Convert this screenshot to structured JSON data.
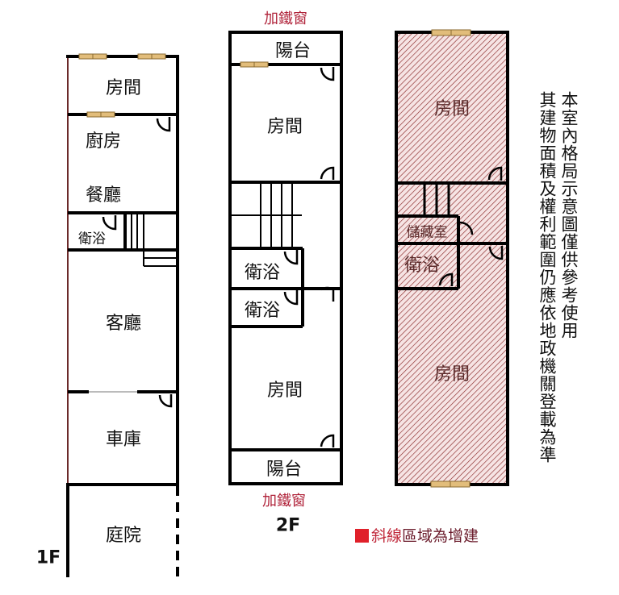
{
  "floor_1": {
    "label": "1F",
    "rooms": [
      "房間",
      "廚房",
      "餐廳",
      "衛浴",
      "客廳",
      "車庫",
      "庭院"
    ]
  },
  "floor_2": {
    "label": "2F",
    "top_note": "加鐵窗",
    "bottom_note": "加鐵窗",
    "rooms": [
      "陽台",
      "房間",
      "衛浴",
      "衛浴",
      "房間",
      "陽台"
    ]
  },
  "floor_3": {
    "rooms": [
      "房間",
      "儲藏室",
      "衛浴",
      "房間"
    ]
  },
  "disclaimer": {
    "line1": "本室內格局示意圖僅供參考使用",
    "line2": "其建物面積及權利範圍仍應依地政機關登載為準"
  },
  "legend": {
    "highlight": "斜線",
    "rest": "區域為增建"
  },
  "colors": {
    "wall": "#000000",
    "window": "#e2bd7b",
    "hatch": "#8a2a2a",
    "hatch_bg": "#f6e4e4",
    "legend_red": "#e0202a",
    "note_red": "#b0233a"
  }
}
